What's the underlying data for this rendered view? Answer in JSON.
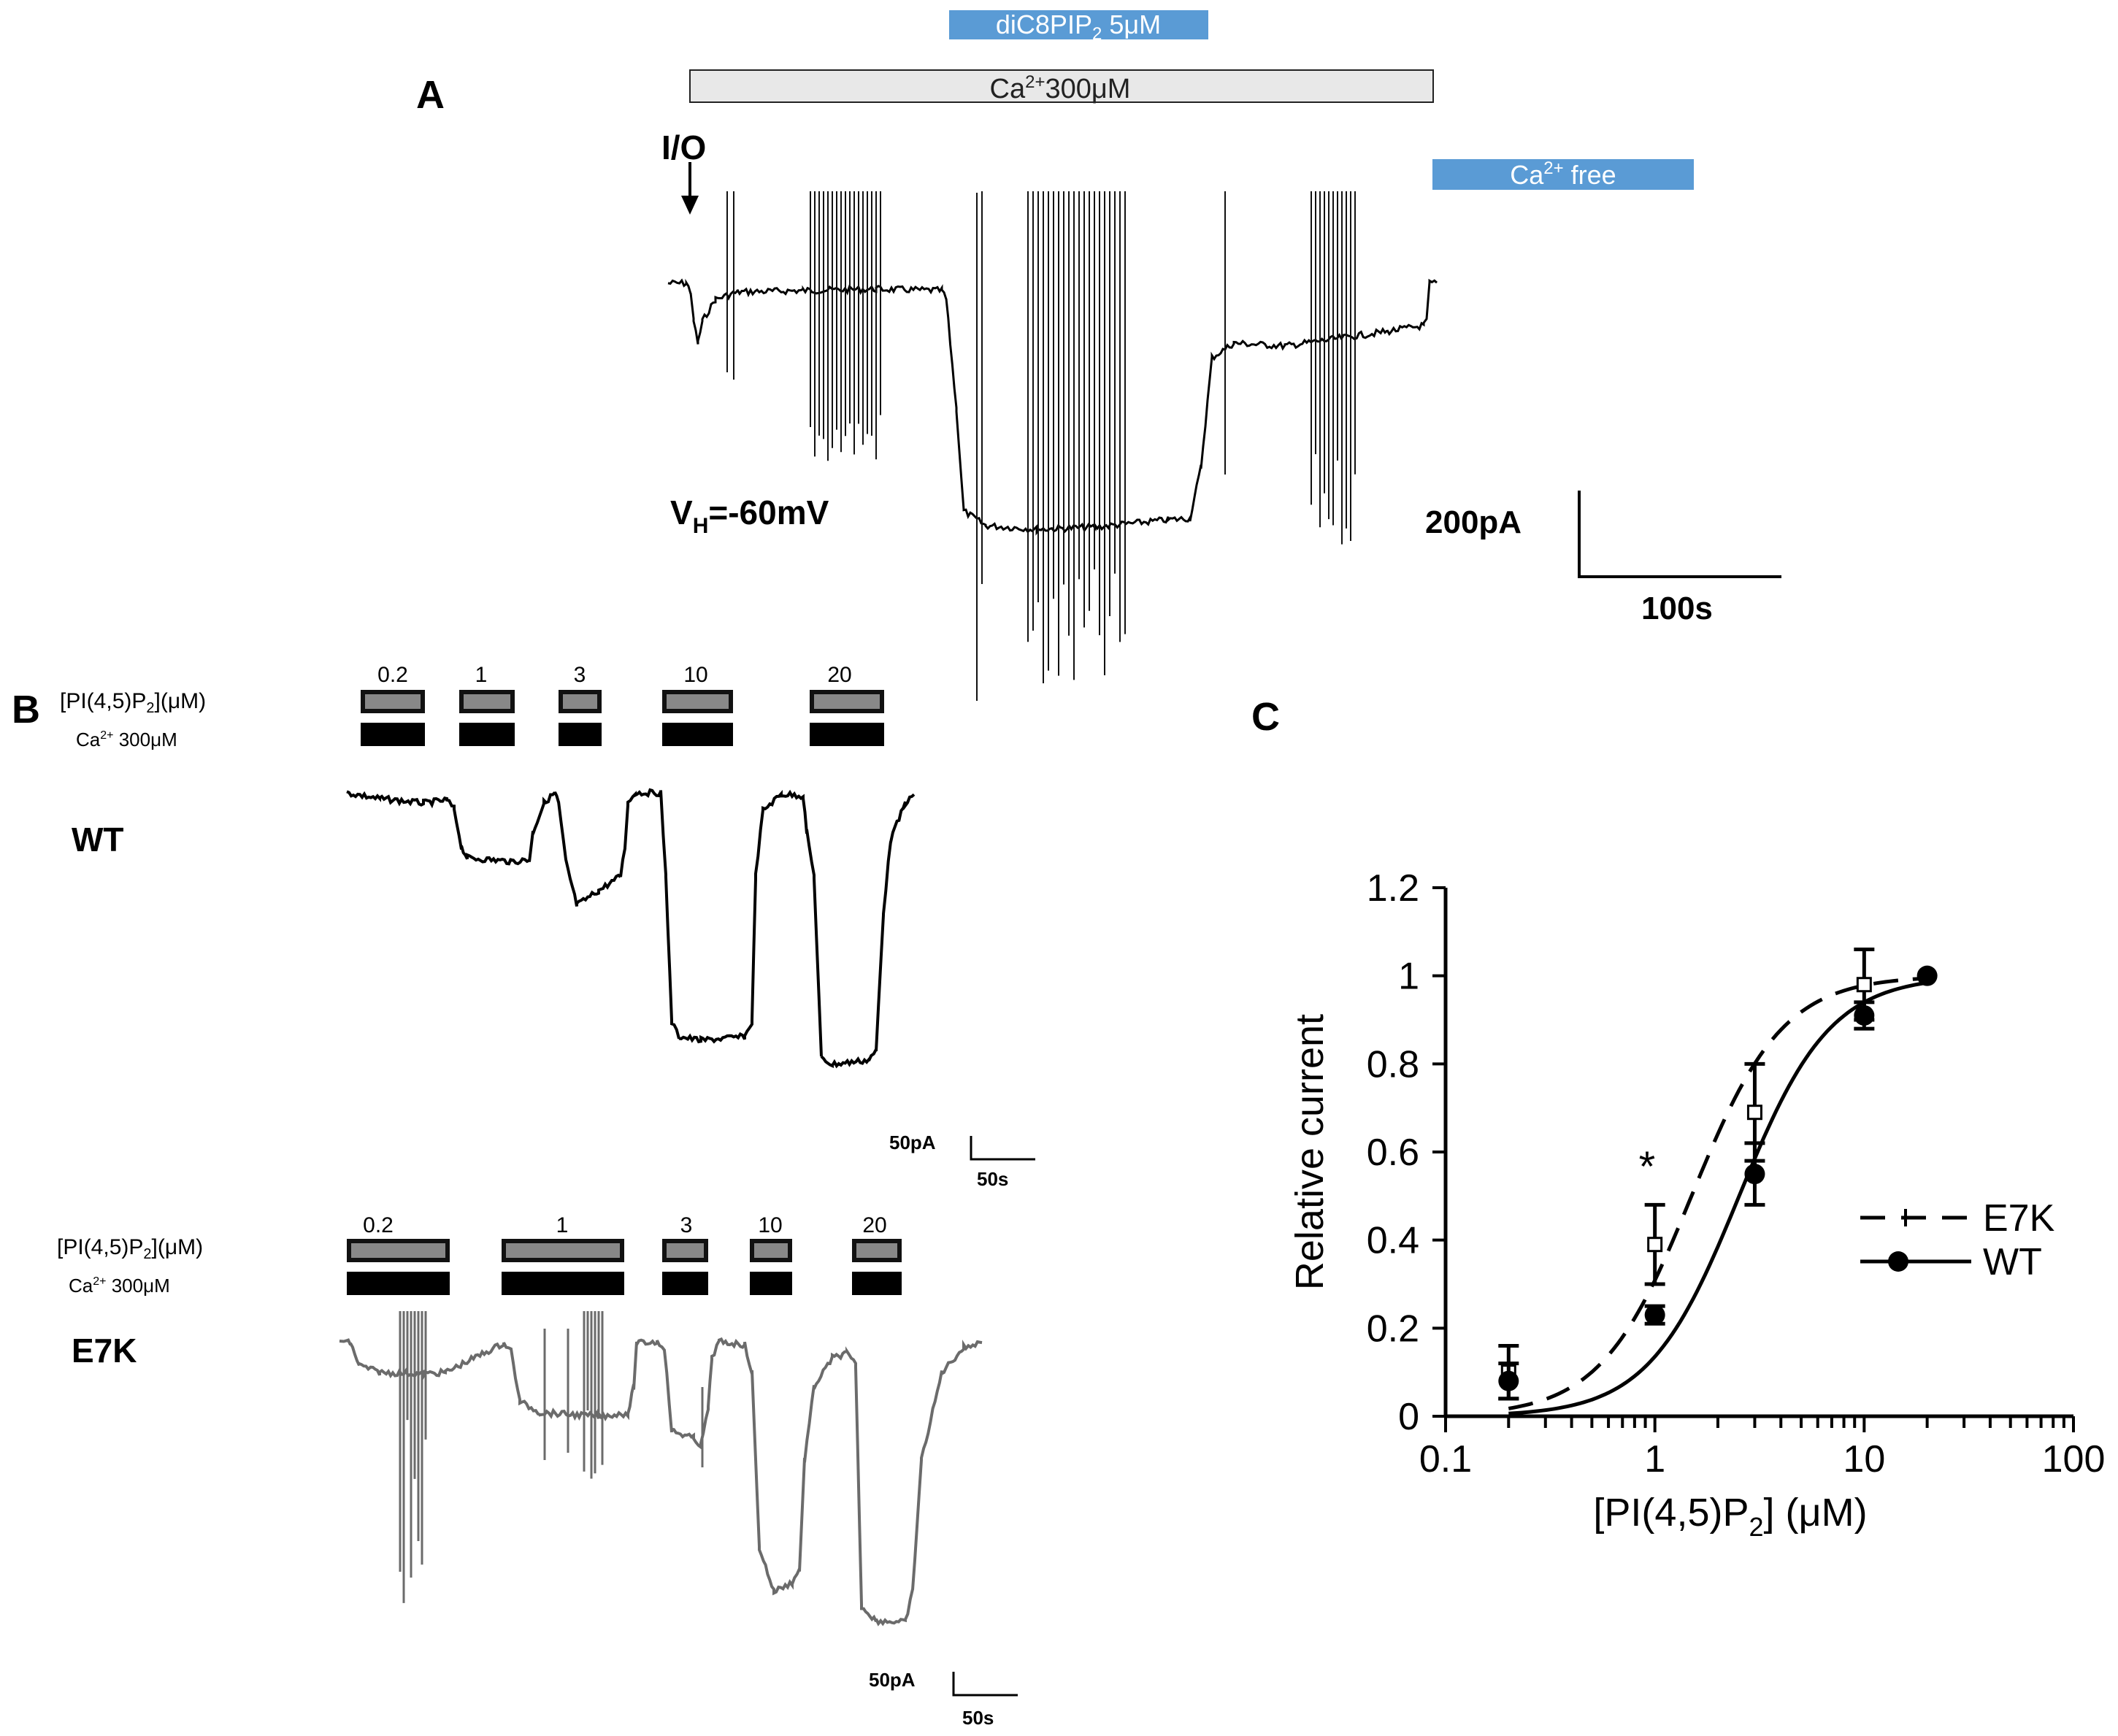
{
  "panel_a": {
    "label": "A",
    "bar_dic8": {
      "text": "diC8PIP",
      "sub": "2",
      "rest": " 5μM",
      "color": "#5a9bd5"
    },
    "bar_ca": {
      "pre": "Ca",
      "sup": "2+",
      "post": "300μM",
      "color": "#e8e8e8"
    },
    "bar_cafree": {
      "pre": "Ca",
      "sup": "2+",
      "post": " free",
      "color": "#5a9bd5"
    },
    "io_label": "I/O",
    "vh_pre": "V",
    "vh_sub": "H",
    "vh_post": "=-60mV",
    "scale_y": "200pA",
    "scale_x": "100s"
  },
  "panel_b": {
    "label": "B",
    "conc_pre": "[PI(4,5)P",
    "conc_sub": "2",
    "conc_post": "](μM)",
    "ca_pre": "Ca",
    "ca_sup": "2+",
    "ca_post": " 300μM",
    "wt": {
      "name": "WT",
      "concs": [
        "0.2",
        "1",
        "3",
        "10",
        "20"
      ],
      "scale_y": "50pA",
      "scale_x": "50s"
    },
    "e7k": {
      "name": "E7K",
      "concs": [
        "0.2",
        "1",
        "3",
        "10",
        "20"
      ],
      "scale_y": "50pA",
      "scale_x": "50s"
    }
  },
  "chart_data": {
    "type": "scatter",
    "panel_label": "C",
    "ylabel": "Relative current",
    "xlabel_pre": "[PI(4,5)P",
    "xlabel_sub": "2",
    "xlabel_post": "] (μM)",
    "x_scale": "log",
    "xlim": [
      0.1,
      100
    ],
    "ylim": [
      0,
      1.2
    ],
    "x_ticks": [
      "0.1",
      "1",
      "10",
      "100"
    ],
    "y_ticks": [
      "0",
      "0.2",
      "0.4",
      "0.6",
      "0.8",
      "1",
      "1.2"
    ],
    "legend_position": "right",
    "annotation": "*",
    "series": [
      {
        "name": "E7K",
        "line_style": "dashed",
        "x": [
          0.2,
          1,
          3,
          10
        ],
        "y": [
          0.1,
          0.39,
          0.69,
          0.98
        ],
        "err": [
          0.06,
          0.09,
          0.11,
          0.08
        ]
      },
      {
        "name": "WT",
        "line_style": "solid",
        "x": [
          0.2,
          1,
          3,
          10,
          20
        ],
        "y": [
          0.08,
          0.23,
          0.55,
          0.91,
          1.0
        ],
        "err": [
          0.04,
          0.02,
          0.07,
          0.03,
          0.0
        ]
      }
    ]
  }
}
